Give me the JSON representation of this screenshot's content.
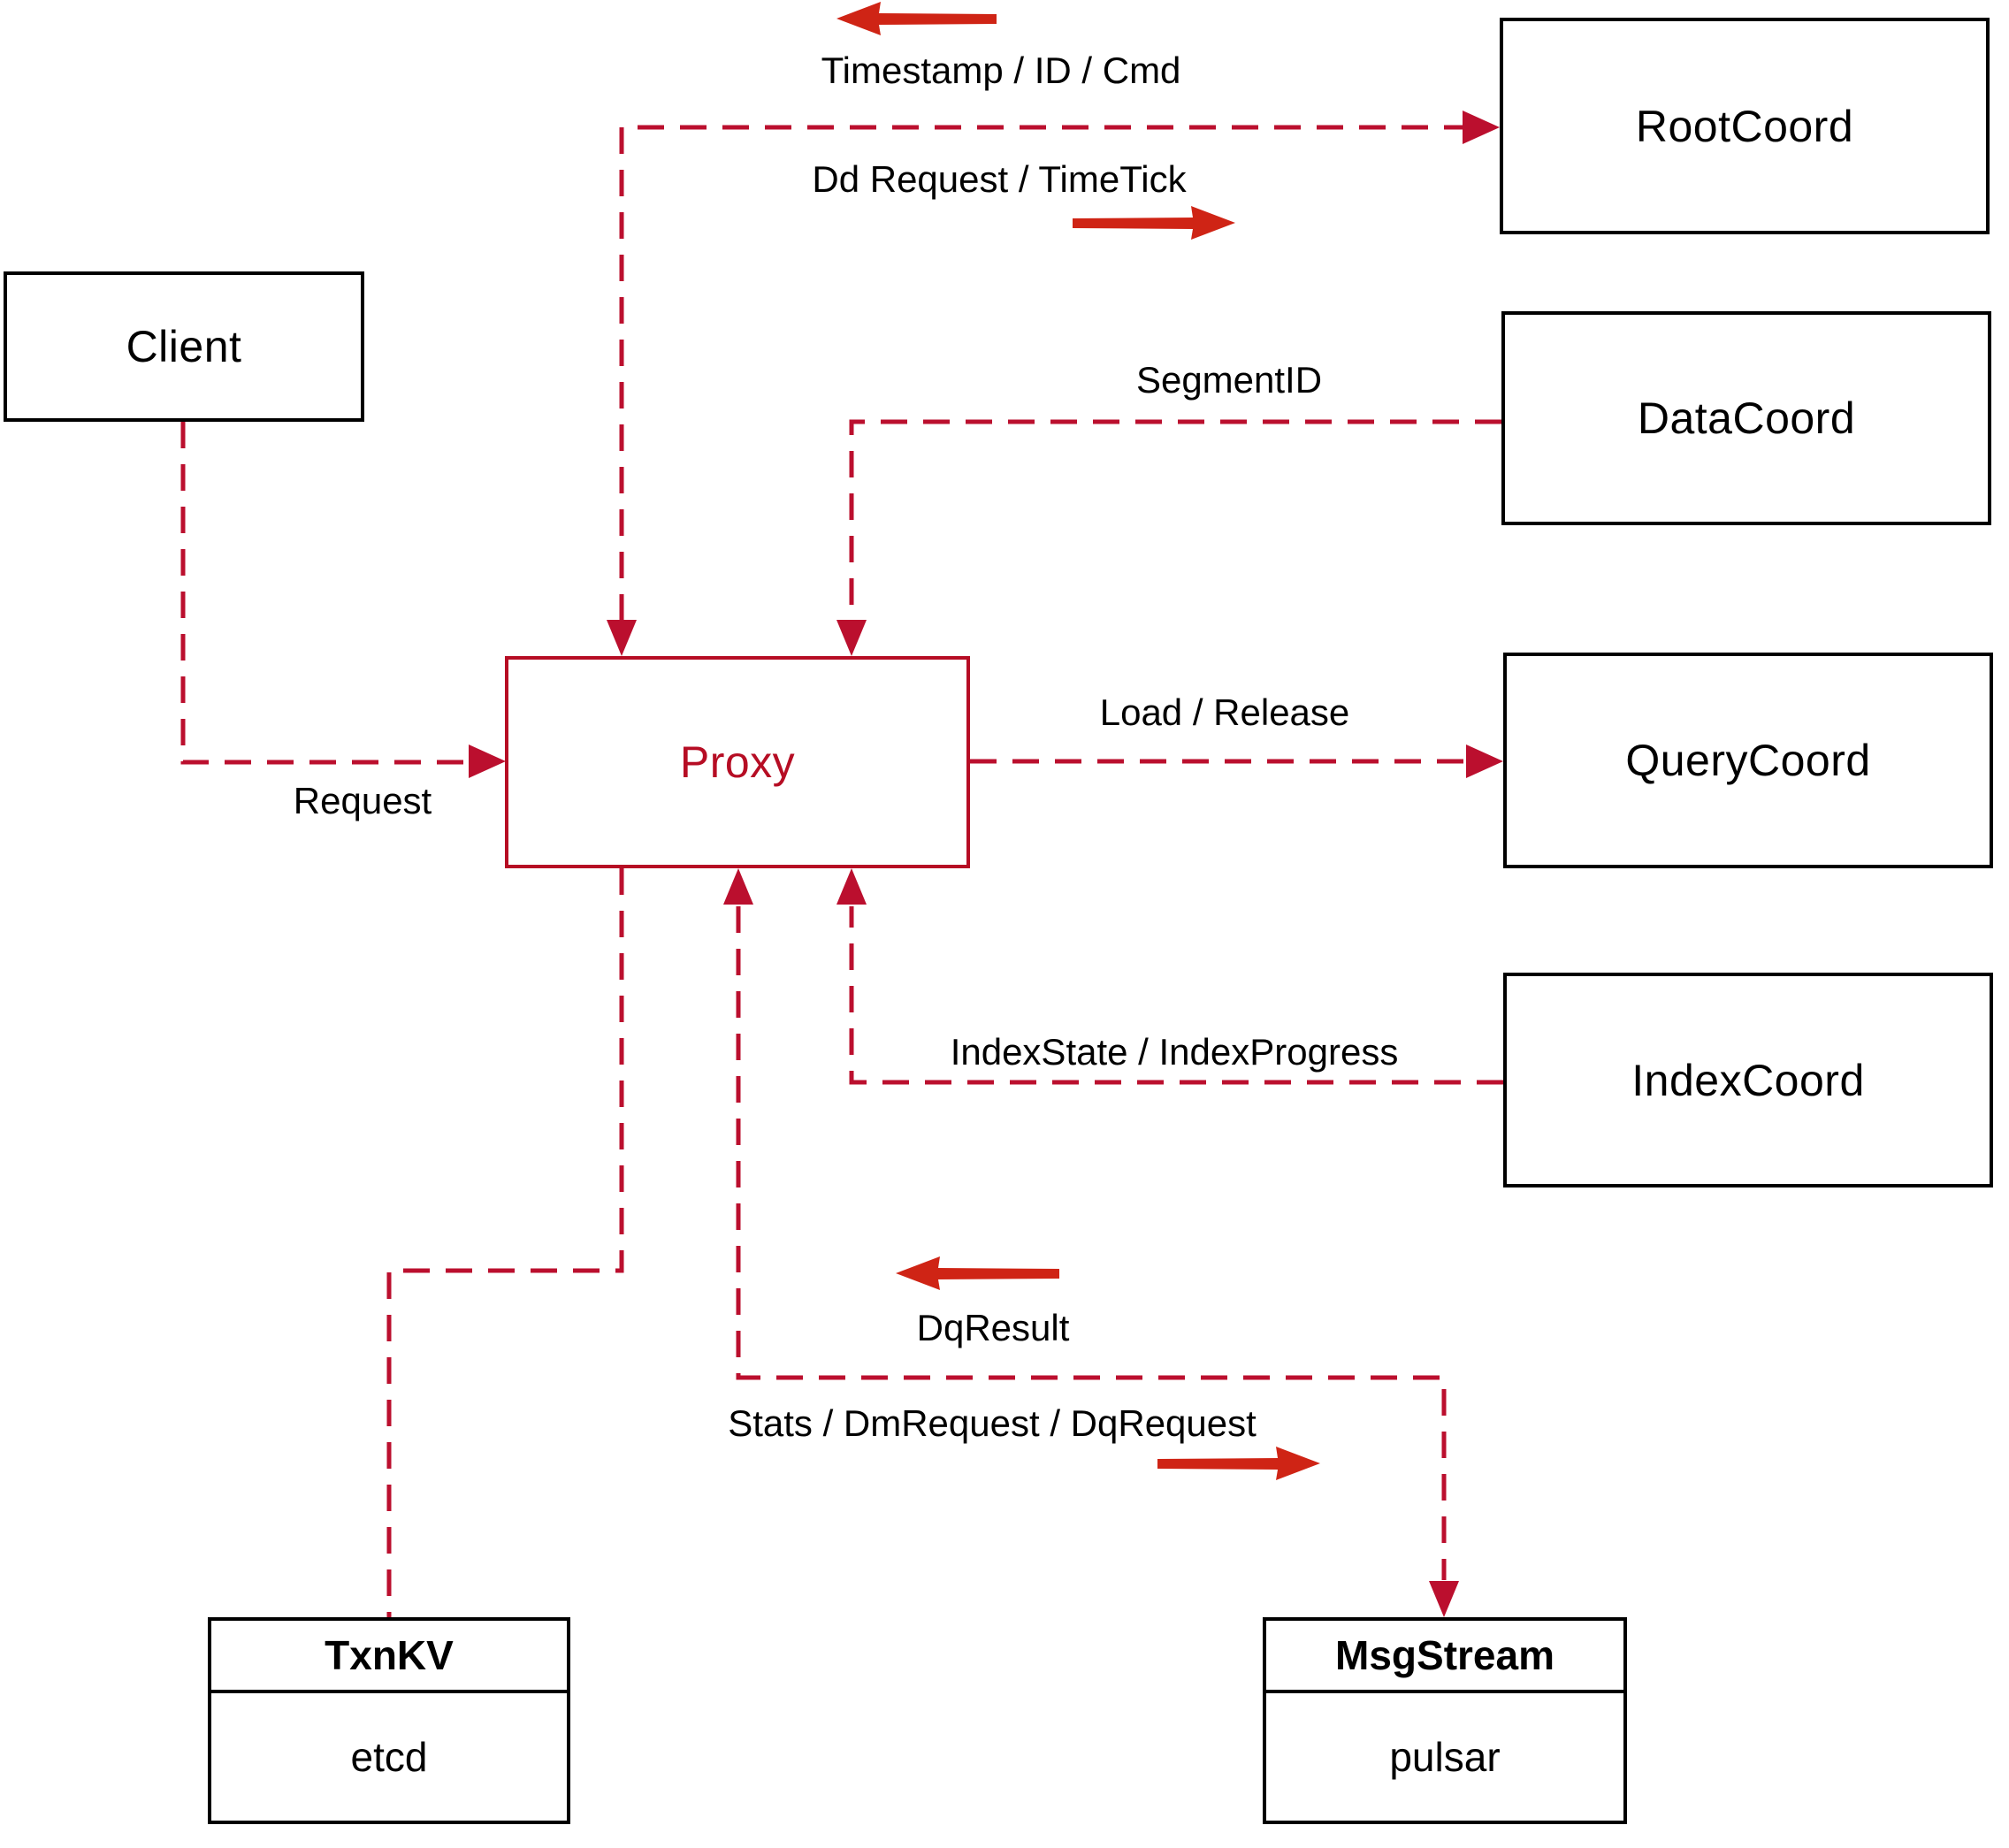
{
  "nodes": {
    "client": {
      "label": "Client"
    },
    "rootcoord": {
      "label": "RootCoord"
    },
    "datacoord": {
      "label": "DataCoord"
    },
    "querycoord": {
      "label": "QueryCoord"
    },
    "indexcoord": {
      "label": "IndexCoord"
    },
    "proxy": {
      "label": "Proxy"
    },
    "txnkv": {
      "title": "TxnKV",
      "subtitle": "etcd"
    },
    "msgstream": {
      "title": "MsgStream",
      "subtitle": "pulsar"
    }
  },
  "edge_labels": {
    "timestamp_id_cmd": "Timestamp / ID / Cmd",
    "dd_request_timetick": "Dd Request / TimeTick",
    "segment_id": "SegmentID",
    "request": "Request",
    "load_release": "Load / Release",
    "index_state_progress": "IndexState / IndexProgress",
    "dq_result": "DqResult",
    "stats_dm_dq_request": "Stats / DmRequest / DqRequest"
  },
  "colors": {
    "dashed_line": "#bb0f2e",
    "solid_arrow": "#cf2415",
    "proxy_accent": "#b60d24",
    "box_border": "#000000",
    "text": "#000000",
    "background": "#ffffff"
  }
}
